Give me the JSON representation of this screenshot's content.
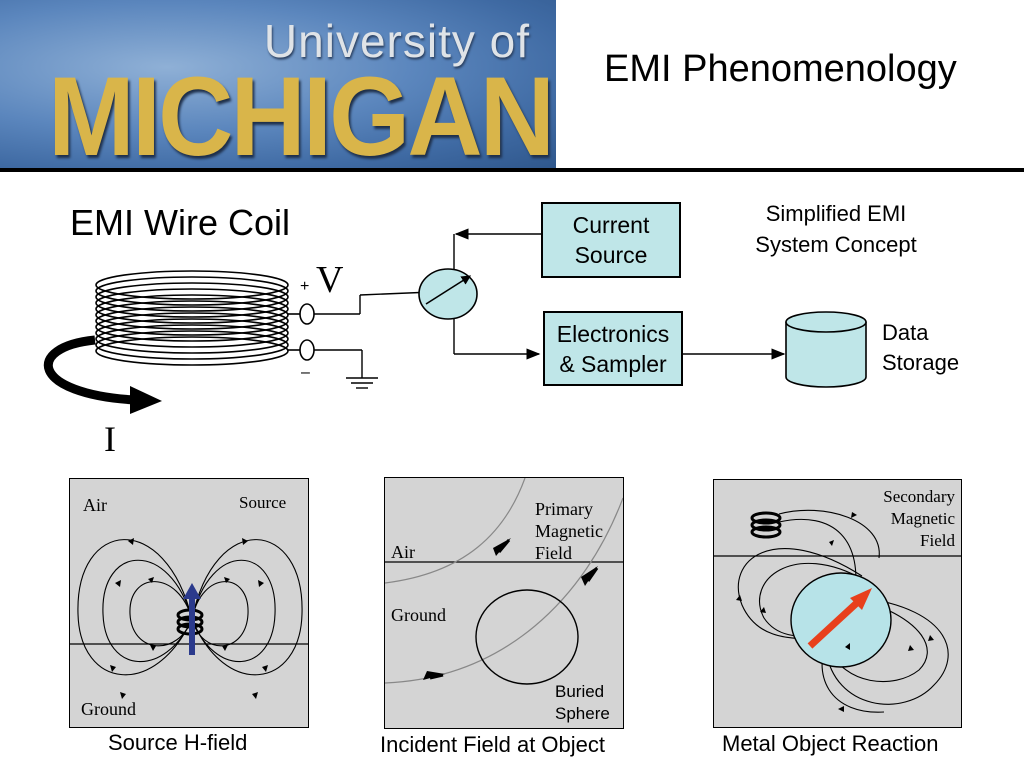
{
  "header": {
    "logo_line1": "University of",
    "logo_line2": "MICHIGAN",
    "title": "EMI Phenomenology"
  },
  "diagram": {
    "coil_title": "EMI Wire Coil",
    "voltage_label": "V",
    "plus_sign": "+",
    "minus_sign": "–",
    "current_label": "I",
    "current_source": "Current Source",
    "electronics": "Electronics & Sampler",
    "storage_line1": "Data",
    "storage_line2": "Storage",
    "concept_line1": "Simplified EMI",
    "concept_line2": "System Concept"
  },
  "panels": [
    {
      "caption": "Source H-field",
      "labels": {
        "air": "Air",
        "source": "Source",
        "ground": "Ground"
      }
    },
    {
      "caption": "Incident Field at Object",
      "labels": {
        "primary1": "Primary",
        "primary2": "Magnetic",
        "primary3": "Field",
        "air": "Air",
        "ground": "Ground",
        "buried1": "Buried",
        "buried2": "Sphere"
      }
    },
    {
      "caption": "Metal Object Reaction",
      "labels": {
        "secondary1": "Secondary",
        "secondary2": "Magnetic",
        "secondary3": "Field"
      }
    }
  ],
  "colors": {
    "box_fill": "#bfe6e8",
    "panel_fill": "#d4d4d4",
    "source_arrow": "#2b3a8c",
    "reaction_arrow": "#e8401c",
    "sphere_fill": "#b7e3e8"
  }
}
